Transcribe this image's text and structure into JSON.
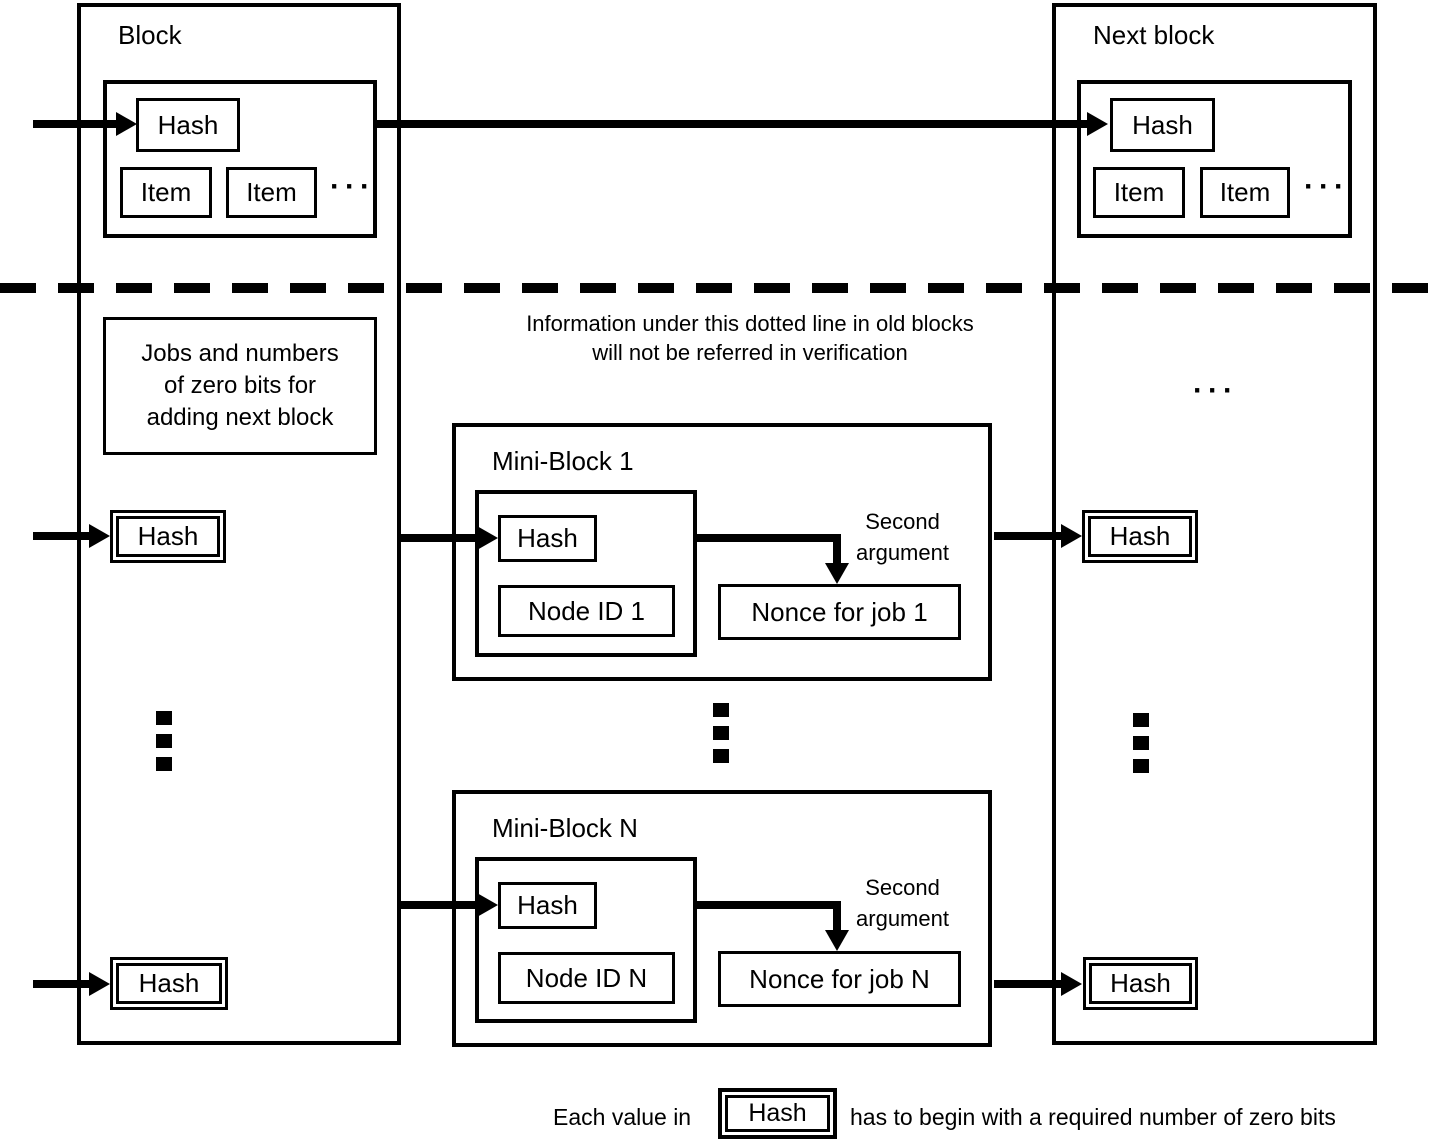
{
  "colors": {
    "ink": "#000000",
    "background": "#ffffff"
  },
  "block": {
    "title": "Block",
    "hash": "Hash",
    "items": [
      "Item",
      "Item"
    ],
    "ellipsis": "···"
  },
  "next_block": {
    "title": "Next block",
    "hash": "Hash",
    "items": [
      "Item",
      "Item"
    ],
    "ellipsis": "···"
  },
  "note": {
    "line1": "Information under this dotted line in old blocks",
    "line2": "will not be referred in verification"
  },
  "left_column": {
    "jobs": {
      "line1": "Jobs and numbers",
      "line2": "of zero bits for",
      "line3": "adding next block"
    },
    "hash_top": "Hash",
    "hash_bottom": "Hash"
  },
  "mini_block_1": {
    "title": "Mini-Block 1",
    "hash": "Hash",
    "node_id": "Node ID 1",
    "nonce": "Nonce for job 1",
    "second_argument": {
      "line1": "Second",
      "line2": "argument"
    }
  },
  "mini_block_n": {
    "title": "Mini-Block N",
    "hash": "Hash",
    "node_id": "Node ID N",
    "nonce": "Nonce for job N",
    "second_argument": {
      "line1": "Second",
      "line2": "argument"
    }
  },
  "right_column": {
    "ellipsis": "···",
    "hash_top": "Hash",
    "hash_bottom": "Hash"
  },
  "legend": {
    "prefix": "Each value in",
    "hash": "Hash",
    "suffix": "has to begin with a required number of zero bits"
  }
}
